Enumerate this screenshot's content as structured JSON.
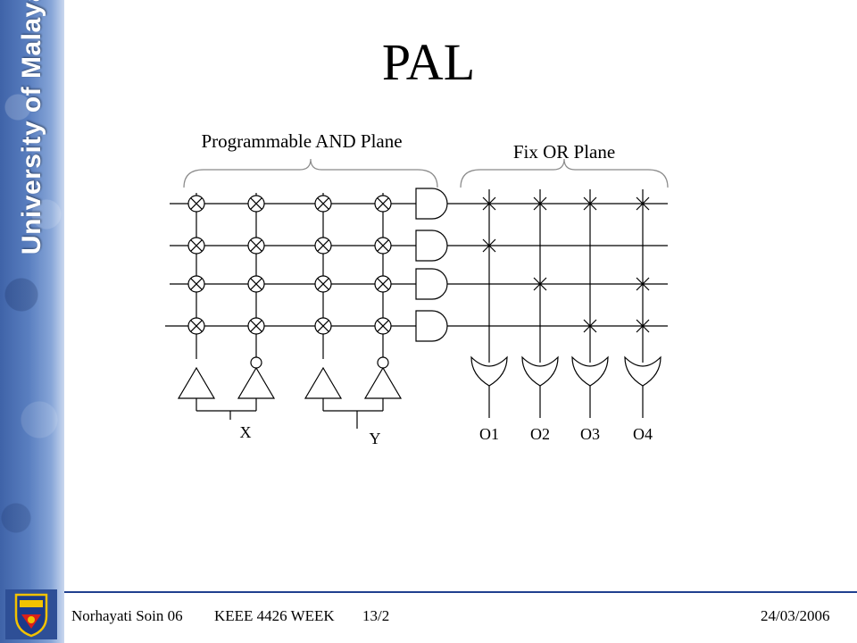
{
  "sidebar": {
    "university_text": "University of Malaya",
    "crest_icon": "university-crest-icon"
  },
  "slide": {
    "title": "PAL"
  },
  "diagram": {
    "and_plane_label": "Programmable AND Plane",
    "or_plane_label": "Fix OR Plane",
    "inputs": [
      "X",
      "Y"
    ],
    "outputs": [
      "O1",
      "O2",
      "O3",
      "O4"
    ],
    "and_plane_fuses": [
      [
        true,
        true,
        true,
        true
      ],
      [
        true,
        true,
        true,
        true
      ],
      [
        true,
        true,
        true,
        true
      ],
      [
        true,
        true,
        true,
        true
      ]
    ],
    "or_plane_connections": [
      [
        true,
        true,
        true,
        true
      ],
      [
        true,
        false,
        false,
        false
      ],
      [
        false,
        true,
        false,
        true
      ],
      [
        false,
        false,
        true,
        true
      ]
    ]
  },
  "footer": {
    "author": "Norhayati Soin 06",
    "course": "KEEE 4426 WEEK",
    "page": "13/2",
    "date": "24/03/2006"
  }
}
